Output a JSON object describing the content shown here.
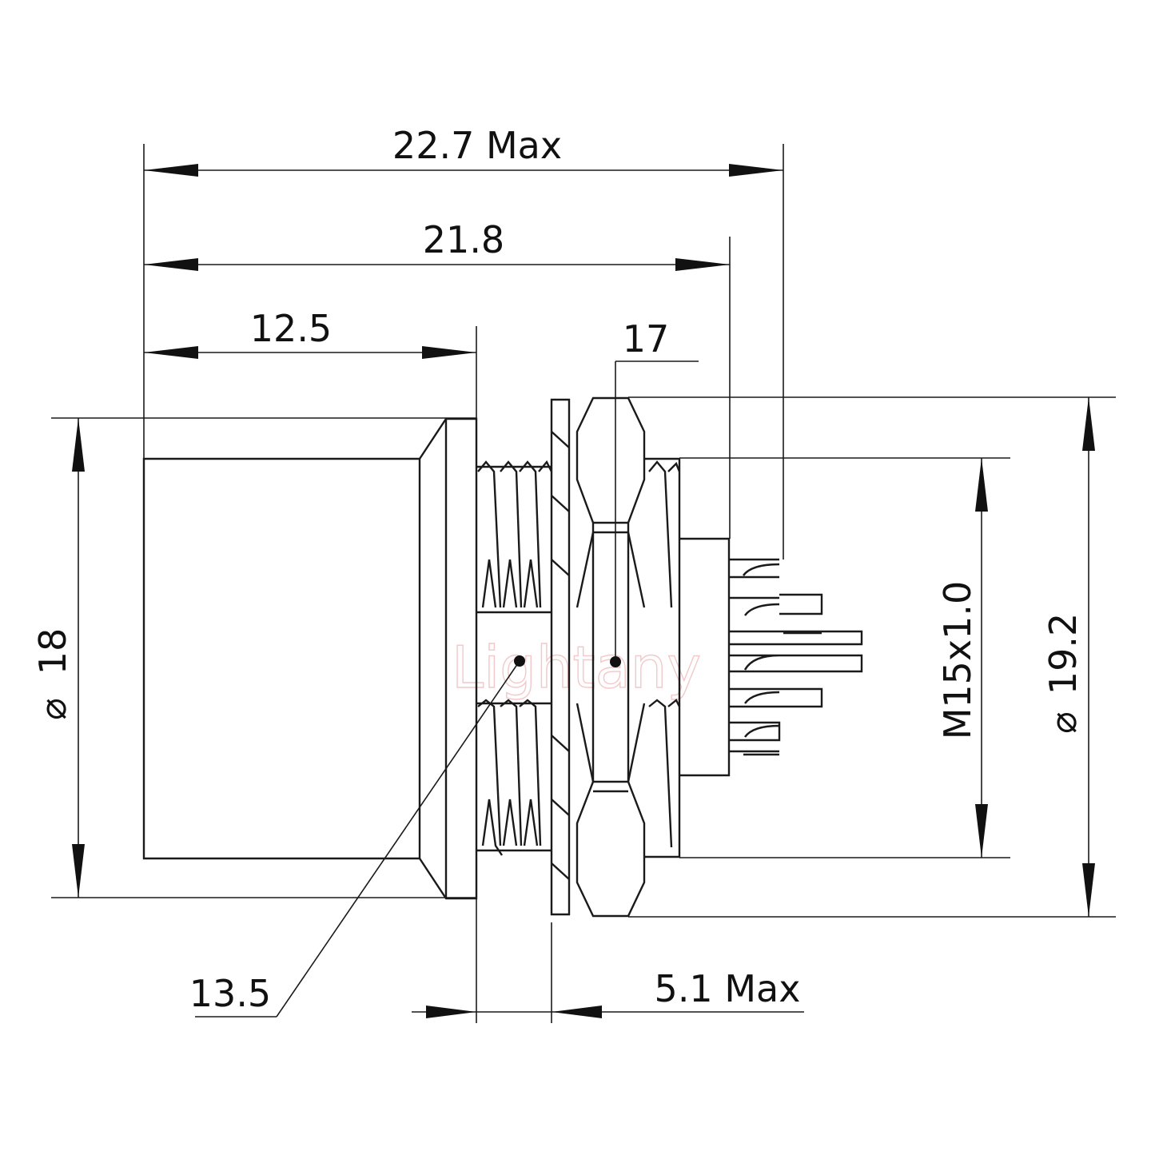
{
  "dimensions": {
    "overall_length": "22.7 Max",
    "length_to_rear": "21.8",
    "front_length": "12.5",
    "nut_size": "17",
    "front_diameter": "18",
    "panel_cutout": "13.5",
    "thread_spec": "M15x1.0",
    "nut_diameter": "19.2",
    "panel_thickness": "5.1 Max"
  },
  "symbols": {
    "diameter": "⌀"
  },
  "watermark": "Lightany",
  "colors": {
    "line": "#1a1a1a",
    "watermark": "#f4c8c8",
    "background": "#ffffff"
  }
}
